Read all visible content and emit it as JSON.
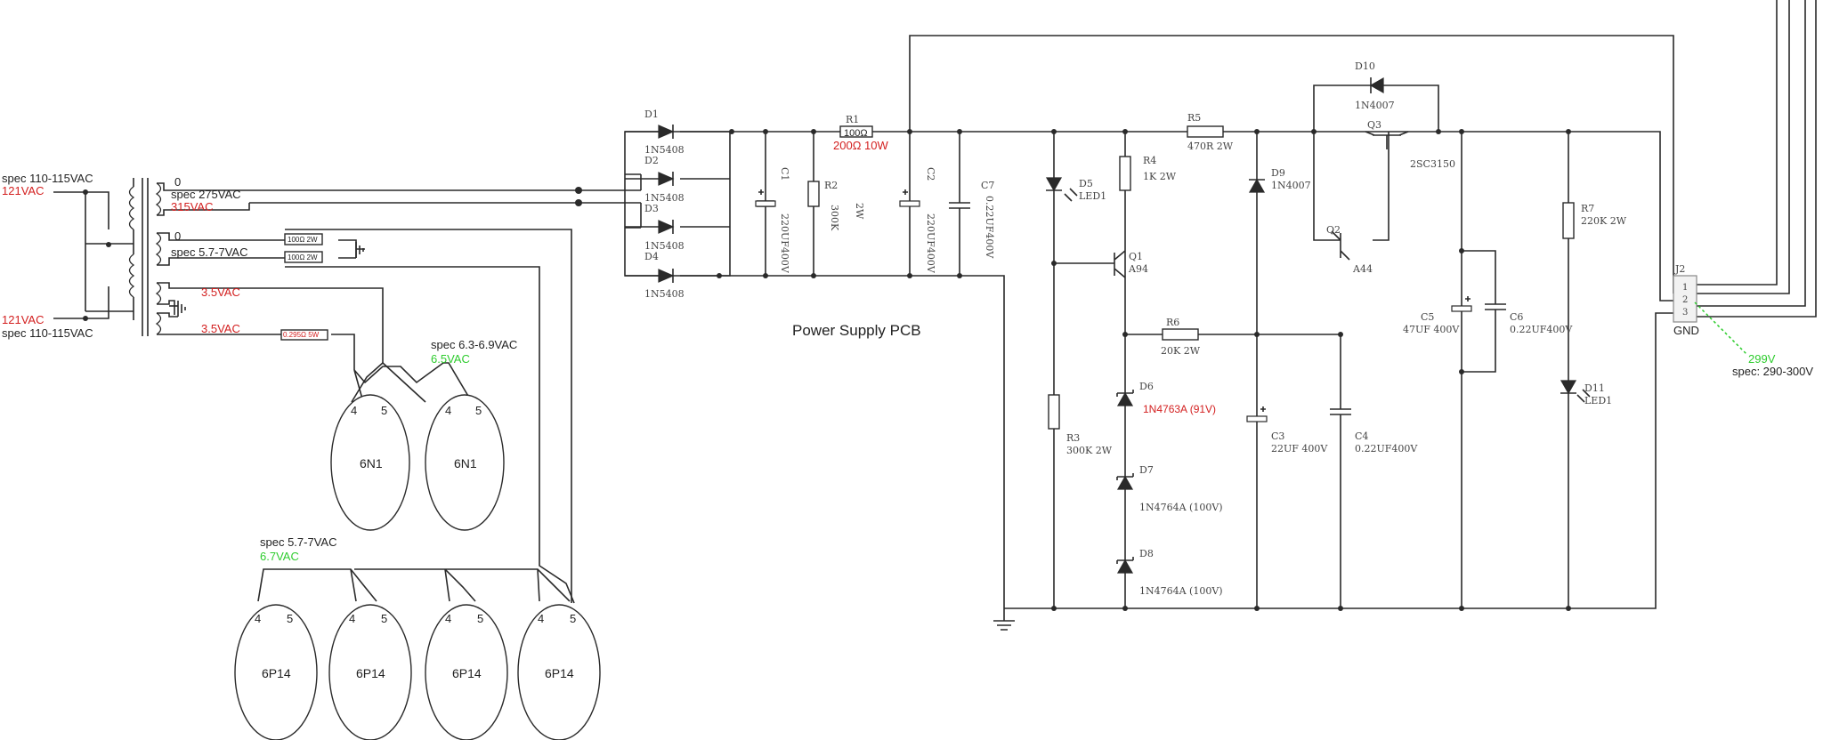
{
  "transformer": {
    "primary_top_spec": "spec 110-115VAC",
    "primary_top_value": "121VAC",
    "primary_bottom_value": "121VAC",
    "primary_bottom_spec": "spec 110-115VAC",
    "hv_zero": "0",
    "hv_spec": "spec 275VAC",
    "hv_value": "315VAC",
    "lv_zero": "0",
    "lv_spec": "spec 5.7-7VAC",
    "heater_a": "3.5VAC",
    "heater_b": "3.5VAC",
    "res_top": "100Ω 2W",
    "res_bottom": "100Ω 2W",
    "res_heater": "0.295Ω 5W"
  },
  "tubes": {
    "group1_spec": "spec 6.3-6.9VAC",
    "group1_value": "6.5VAC",
    "group2_spec": "spec 5.7-7VAC",
    "group2_value": "6.7VAC",
    "t1": "6N1",
    "t2": "6N1",
    "t3": "6P14",
    "t4": "6P14",
    "t5": "6P14",
    "t6": "6P14",
    "pin4": "4",
    "pin5": "5"
  },
  "pcb": {
    "title": "Power Supply PCB",
    "d1": "D1",
    "d1_part": "1N5408",
    "d2": "D2",
    "d2_part": "1N5408",
    "d3": "D3",
    "d3_part": "1N5408",
    "d4": "D4",
    "d4_part": "1N5408",
    "c1": "C1",
    "c1_val": "220UF400V",
    "r2": "R2",
    "r2_val": "300K",
    "r2_w": "2W",
    "r1": "R1",
    "r1_val": "100Ω",
    "r1_meas": "200Ω 10W",
    "c2": "C2",
    "c2_val": "220UF400V",
    "c7": "C7",
    "c7_val": "0.22UF400V",
    "d5": "D5",
    "d5_part": "LED1",
    "r3": "R3",
    "r3_val": "300K  2W",
    "r4": "R4",
    "r4_val": "1K  2W",
    "q1": "Q1",
    "q1_part": "A94",
    "r6": "R6",
    "r6_val": "20K  2W",
    "d6": "D6",
    "d6_part": "1N4763A (91V)",
    "d7": "D7",
    "d7_part": "1N4764A (100V)",
    "d8": "D8",
    "d8_part": "1N4764A (100V)",
    "r5": "R5",
    "r5_val": "470R  2W",
    "d9": "D9",
    "d9_part": "1N4007",
    "c3": "C3",
    "c3_val": "22UF 400V",
    "d10": "D10",
    "d10_part": "1N4007",
    "q3": "Q3",
    "q3_part": "2SC3150",
    "q2": "Q2",
    "q2_part": "A44",
    "c4": "C4",
    "c4_val": "0.22UF400V",
    "c5": "C5",
    "c5_val": "47UF 400V",
    "c6": "C6",
    "c6_val": "0.22UF400V",
    "r7": "R7",
    "r7_val": "220K  2W",
    "d11": "D11",
    "d11_part": "LED1",
    "j2": "J2",
    "j2_pin1": "1",
    "j2_pin2": "2",
    "j2_pin3": "3",
    "gnd": "GND",
    "out_value": "299V",
    "out_spec": "spec: 290-300V"
  }
}
